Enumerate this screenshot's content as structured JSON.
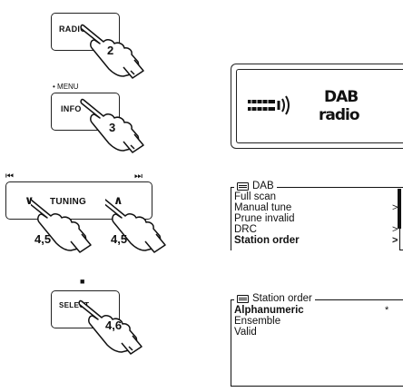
{
  "buttons": {
    "radio": {
      "label": "RADIO",
      "step": "2"
    },
    "info": {
      "label": "INFO",
      "top_label": "• MENU",
      "step": "3"
    },
    "tuning": {
      "left_symbol": "∨",
      "label": "TUNING",
      "right_symbol": "∧",
      "left_step": "4,5",
      "right_step": "4,5",
      "prev_symbol": "⏮",
      "next_symbol": "⏭"
    },
    "select": {
      "label": "SELECT",
      "top_symbol": "■",
      "step": "4,6"
    }
  },
  "display": {
    "line1": "DAB",
    "line2": "radio",
    "icon": "antenna-signal-icon"
  },
  "dab_menu": {
    "title": "DAB",
    "items": [
      {
        "label": "Full scan",
        "arrow": ""
      },
      {
        "label": "Manual tune",
        "arrow": ">"
      },
      {
        "label": "Prune invalid",
        "arrow": ""
      },
      {
        "label": "DRC",
        "arrow": ">"
      },
      {
        "label": "Station order",
        "arrow": ">"
      }
    ]
  },
  "station_order_menu": {
    "title": "Station order",
    "items": [
      {
        "label": "Alphanumeric",
        "marker": "*"
      },
      {
        "label": "Ensemble",
        "marker": ""
      },
      {
        "label": "Valid",
        "marker": ""
      }
    ]
  }
}
